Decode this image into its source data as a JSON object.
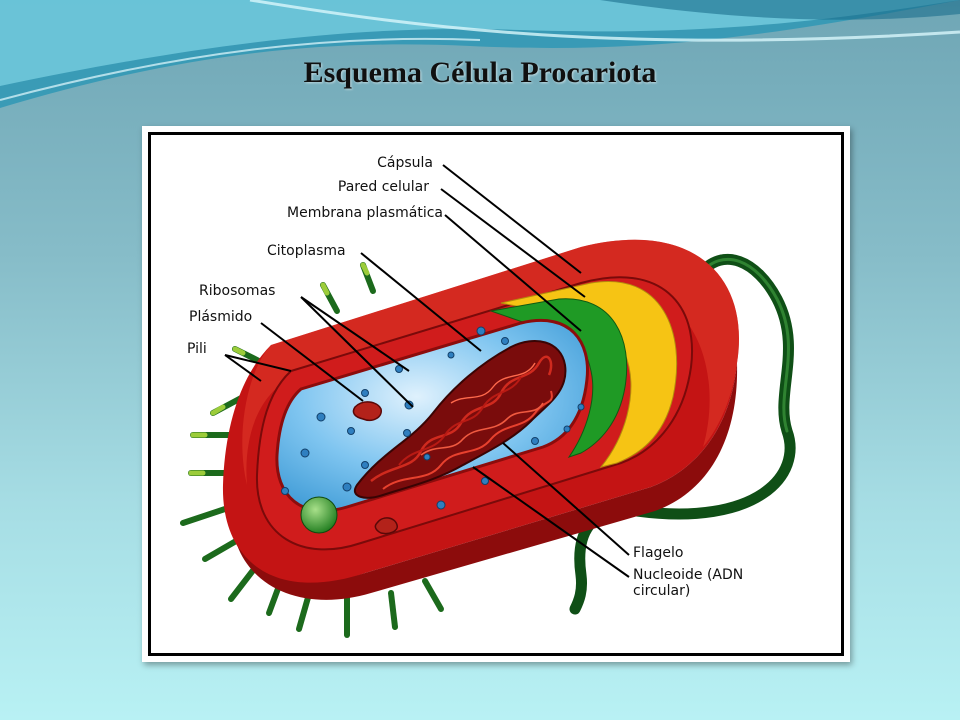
{
  "slide": {
    "title": "Esquema Célula Procariota"
  },
  "diagram": {
    "labels": {
      "capsula": "Cápsula",
      "pared": "Pared celular",
      "membrana": "Membrana plasmática",
      "citoplasma": "Citoplasma",
      "ribosomas": "Ribosomas",
      "plasmido": "Plásmido",
      "pili": "Pili",
      "flagelo": "Flagelo",
      "nucleoide_1": "Nucleoide (ADN",
      "nucleoide_2": "circular)"
    },
    "colors": {
      "capsule": "#c41414",
      "capsule_dark": "#8c0c0c",
      "wall": "#f6c414",
      "membrane": "#1f9a25",
      "cytoplasm": "#5db4ec",
      "cytoplasm_light": "#b8e2fb",
      "dna": "#a11616",
      "pili": "#1c6a1c",
      "pili_tip": "#9ccc3a",
      "flagellum": "#0f4f16"
    }
  }
}
